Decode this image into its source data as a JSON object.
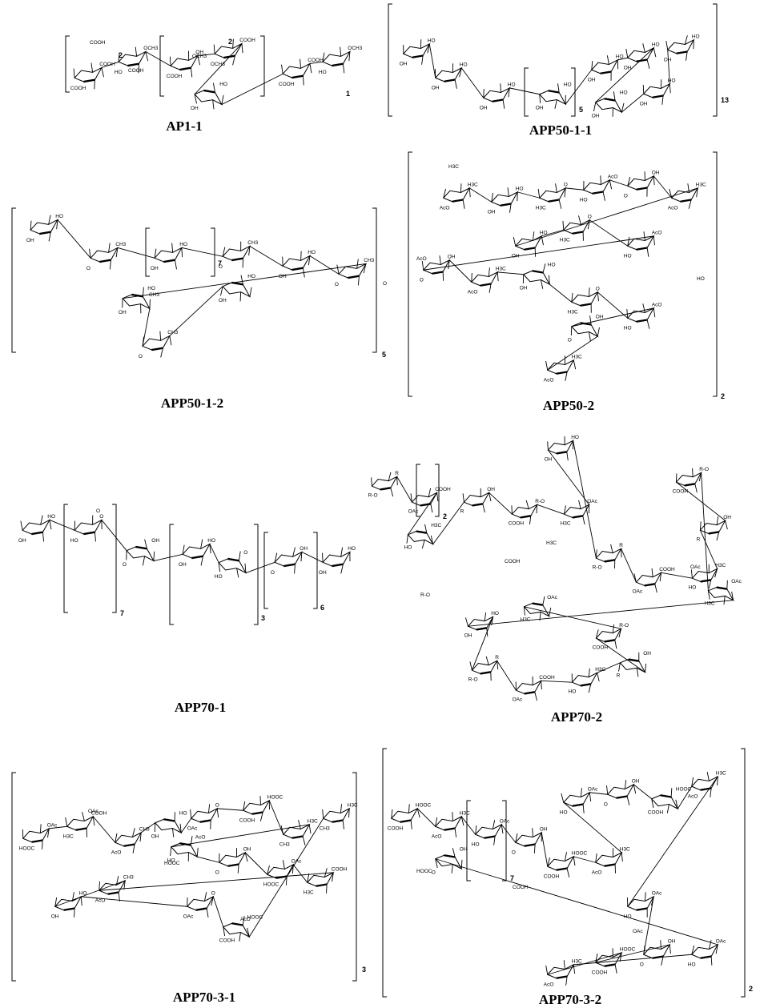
{
  "figure": {
    "structures": [
      {
        "id": "s1",
        "label": "AP1-1",
        "repeats": [
          "2",
          "2",
          "1"
        ],
        "groups": [
          "COOH",
          "COOH",
          "OCH3",
          "HO",
          "OH"
        ]
      },
      {
        "id": "s2",
        "label": "APP50-1-1",
        "repeats": [
          "5",
          "13"
        ],
        "groups": [
          "HO",
          "OH"
        ]
      },
      {
        "id": "s3",
        "label": "APP50-1-2",
        "repeats": [
          "7",
          "5"
        ],
        "groups": [
          "HO",
          "OH",
          "CH3",
          "O"
        ]
      },
      {
        "id": "s4",
        "label": "APP50-2",
        "repeats": [
          "2"
        ],
        "groups": [
          "H3C",
          "AcO",
          "HO",
          "OH",
          "O"
        ]
      },
      {
        "id": "s5",
        "label": "APP70-1",
        "repeats": [
          "7",
          "3",
          "6"
        ],
        "groups": [
          "HO",
          "OH",
          "O"
        ]
      },
      {
        "id": "s6",
        "label": "APP70-2",
        "repeats": [
          "2"
        ],
        "groups": [
          "R",
          "R-O",
          "COOH",
          "OAc",
          "H3C",
          "HO",
          "OH"
        ]
      },
      {
        "id": "s7",
        "label": "APP70-3-1",
        "repeats": [
          "3"
        ],
        "groups": [
          "OAc",
          "HOOC",
          "COOH",
          "H3C",
          "CH3",
          "AcO",
          "HO",
          "OH",
          "O"
        ]
      },
      {
        "id": "s8",
        "label": "APP70-3-2",
        "repeats": [
          "7",
          "2"
        ],
        "groups": [
          "HOOC",
          "COOH",
          "H3C",
          "AcO",
          "OAc",
          "HO",
          "OH",
          "O"
        ]
      }
    ]
  }
}
